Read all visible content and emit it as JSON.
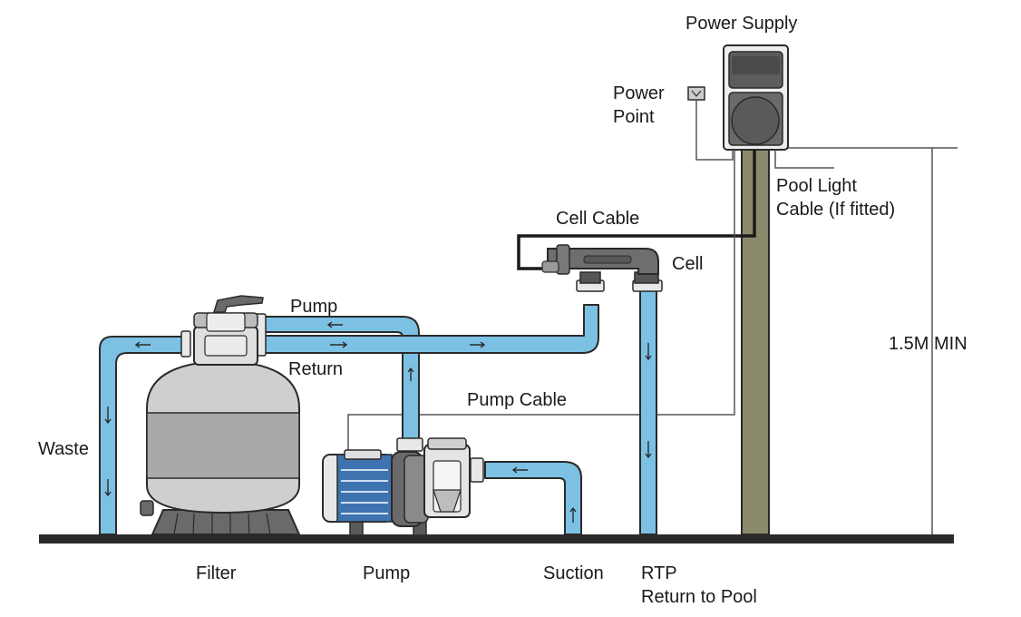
{
  "labels": {
    "power_supply": "Power Supply",
    "power_point_line1": "Power",
    "power_point_line2": "Point",
    "pool_light_line1": "Pool Light",
    "pool_light_line2": "Cable (If fitted)",
    "cell_cable": "Cell Cable",
    "cell": "Cell",
    "pump_line": "Pump",
    "return_line": "Return",
    "pump_cable": "Pump Cable",
    "height": "1.5M MIN",
    "waste": "Waste",
    "filter": "Filter",
    "pump": "Pump",
    "suction": "Suction",
    "rtp": "RTP",
    "return_to_pool": "Return to Pool"
  },
  "colors": {
    "pipe": "#7cc1e4",
    "pipe_outline": "#2a2a2a",
    "post": "#8c8a6c",
    "ground": "#2a2a2a",
    "tank": "#cfcfcf",
    "tank_band": "#a9a9a9",
    "cable": "#1a1a1a"
  }
}
